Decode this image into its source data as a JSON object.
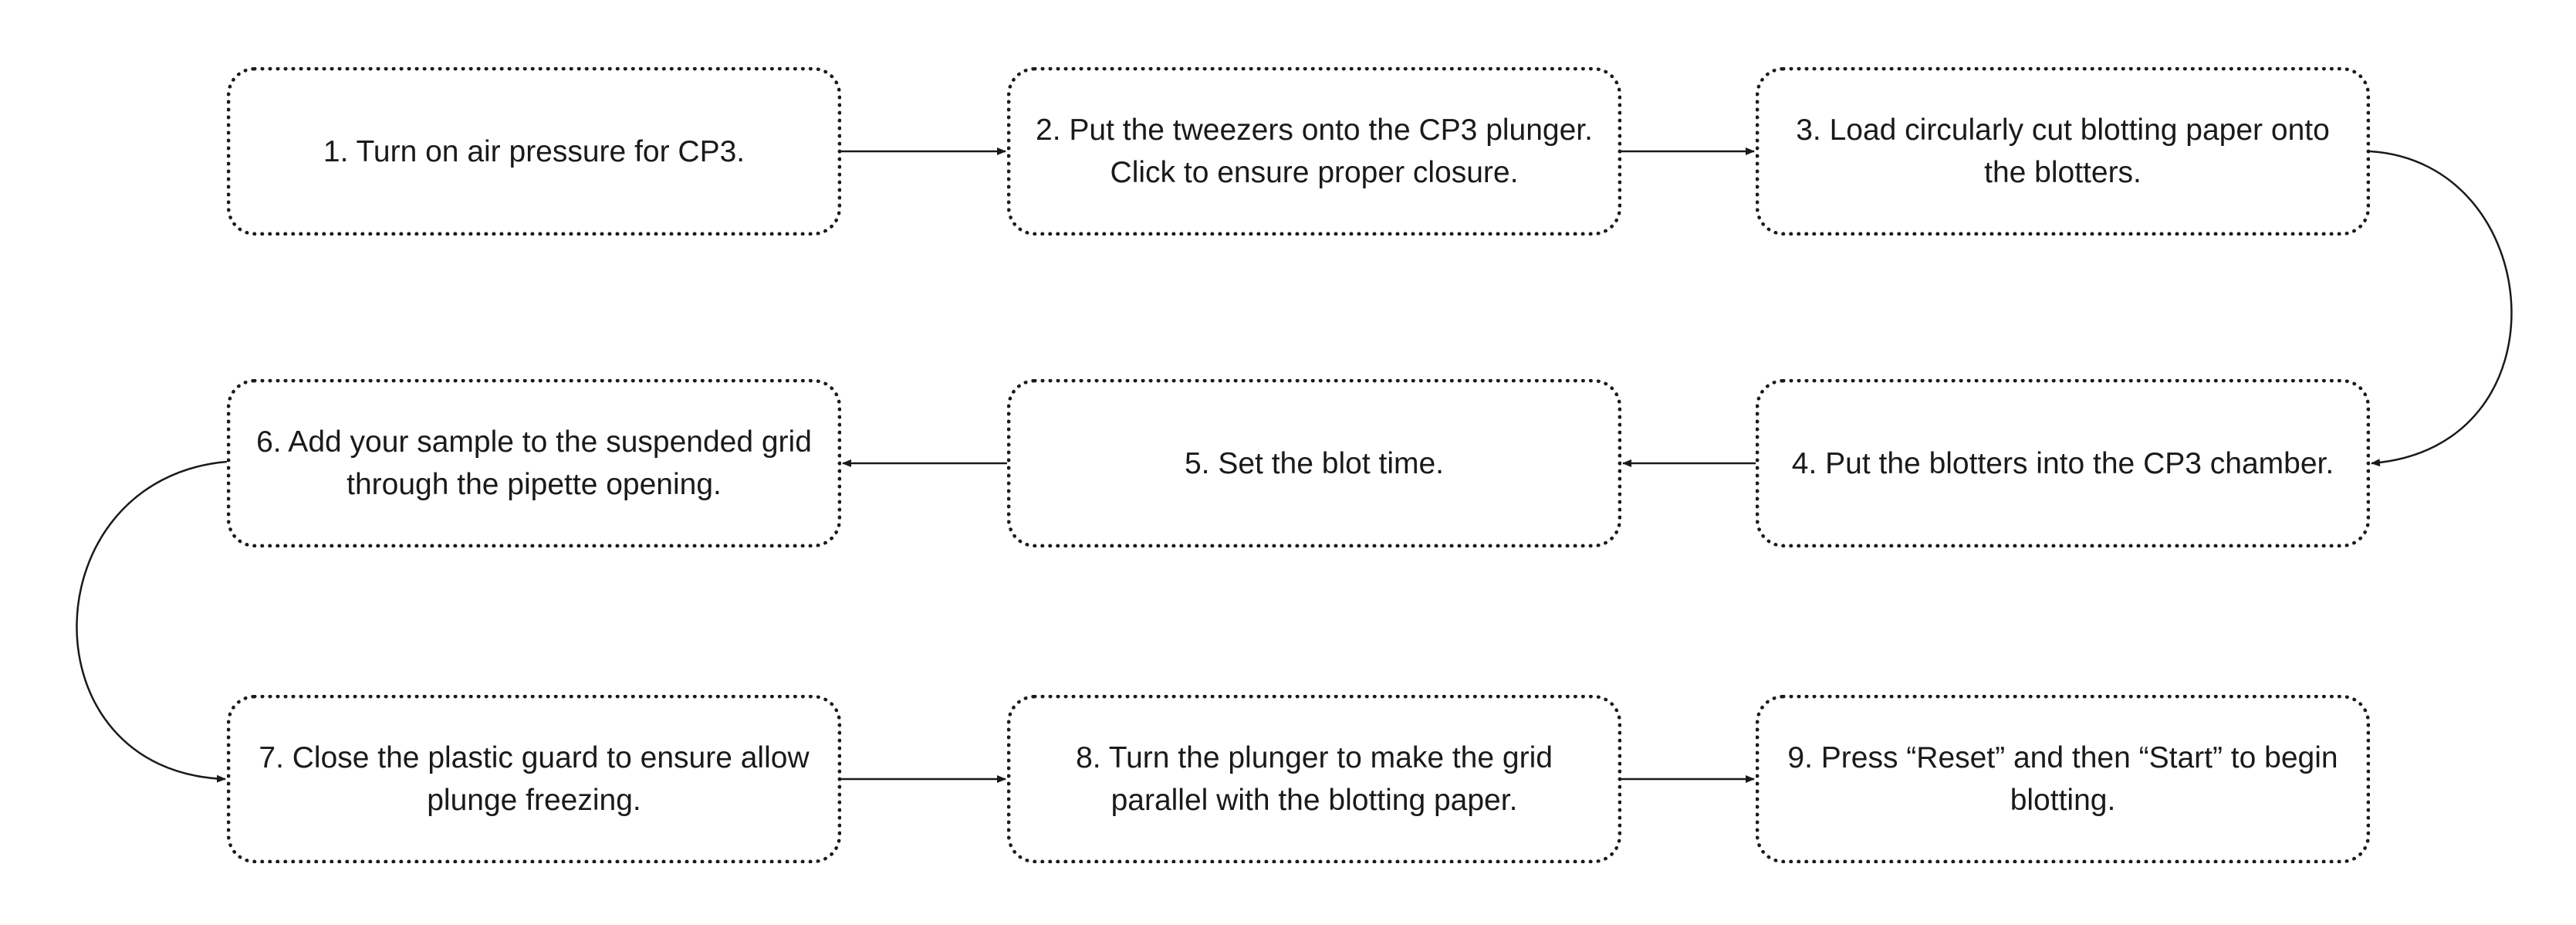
{
  "steps": [
    {
      "id": 1,
      "text": "1. Turn on air pressure for CP3."
    },
    {
      "id": 2,
      "text": "2. Put the tweezers onto the CP3 plunger.\nClick to ensure proper closure."
    },
    {
      "id": 3,
      "text": "3. Load circularly cut blotting paper onto\nthe blotters."
    },
    {
      "id": 4,
      "text": "4. Put the blotters into the CP3 chamber."
    },
    {
      "id": 5,
      "text": "5. Set the blot time."
    },
    {
      "id": 6,
      "text": "6. Add your sample to the suspended grid\nthrough the pipette opening."
    },
    {
      "id": 7,
      "text": "7. Close the plastic guard to ensure allow\nplunge freezing."
    },
    {
      "id": 8,
      "text": "8. Turn the plunger to make the grid\nparallel with the blotting paper."
    },
    {
      "id": 9,
      "text": "9. Press “Reset” and then “Start” to begin\nblotting."
    }
  ],
  "colors": {
    "stroke": "#1a1a1a",
    "background": "#ffffff"
  }
}
